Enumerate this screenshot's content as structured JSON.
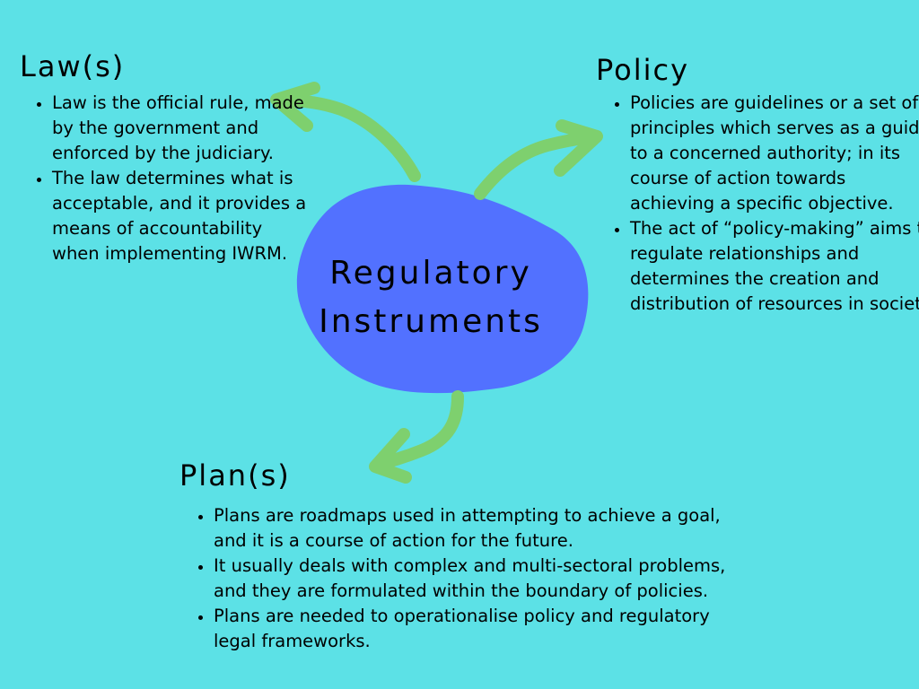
{
  "colors": {
    "background": "#5ce1e6",
    "center_blob": "#5271ff",
    "arrows": "#7ed06e",
    "text": "#000000"
  },
  "center": {
    "line1": "Regulatory",
    "line2": "Instruments"
  },
  "sections": {
    "law": {
      "heading": "Law(s)",
      "bullets": [
        "Law is the official rule, made by the government and enforced by the judiciary.",
        "The law determines what is acceptable, and it provides a means of accountability when implementing IWRM."
      ]
    },
    "policy": {
      "heading": "Policy",
      "bullets": [
        "Policies are guidelines or a set of principles which serves as a guide to a concerned authority; in its course of action towards achieving a specific objective.",
        "The act of “policy-making” aims to regulate relationships and determines the creation and distribution of resources in society."
      ]
    },
    "plan": {
      "heading": "Plan(s)",
      "bullets": [
        "Plans are roadmaps used in attempting to achieve a goal, and it is a course of action for the future.",
        "It usually deals with complex and multi-sectoral problems, and they are formulated within the boundary of policies.",
        "Plans are needed to operationalise policy and regulatory legal frameworks."
      ]
    }
  },
  "icons": {
    "arrow_to_law": "curved-arrow-up-left",
    "arrow_to_policy": "curved-arrow-up-right",
    "arrow_to_plan": "curved-arrow-down-left"
  }
}
